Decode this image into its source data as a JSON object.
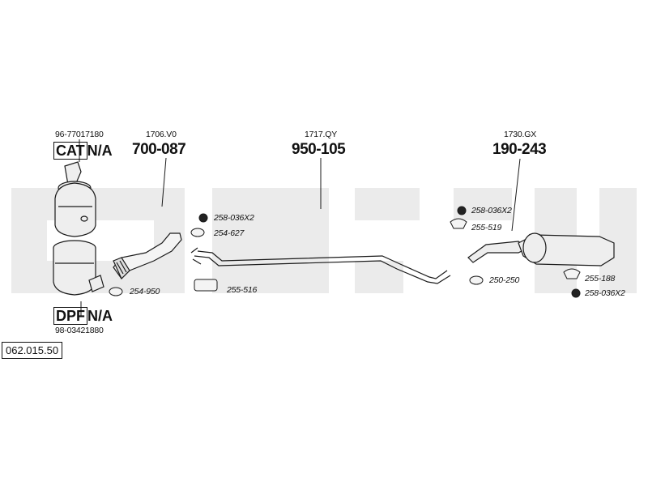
{
  "diagram": {
    "reference": "062.015.50",
    "watermark": "bosal",
    "cat": {
      "label": "CAT",
      "value": "N/A",
      "oem": "96-77017180"
    },
    "dpf": {
      "label": "DPF",
      "value": "N/A",
      "oem": "98-03421880"
    },
    "sections": [
      {
        "oem": "1706.V0",
        "part": "700-087"
      },
      {
        "oem": "1717.QY",
        "part": "950-105"
      },
      {
        "oem": "1730.GX",
        "part": "190-243"
      }
    ],
    "components": [
      {
        "code": "258-036X2"
      },
      {
        "code": "254-627"
      },
      {
        "code": "254-950"
      },
      {
        "code": "255-516"
      },
      {
        "code": "258-036X2"
      },
      {
        "code": "255-519"
      },
      {
        "code": "250-250"
      },
      {
        "code": "255-188"
      },
      {
        "code": "258-036X2"
      }
    ],
    "colors": {
      "line": "#1a1a1a",
      "part_fill": "#eeeeee",
      "watermark": "#e9e9e9"
    }
  }
}
